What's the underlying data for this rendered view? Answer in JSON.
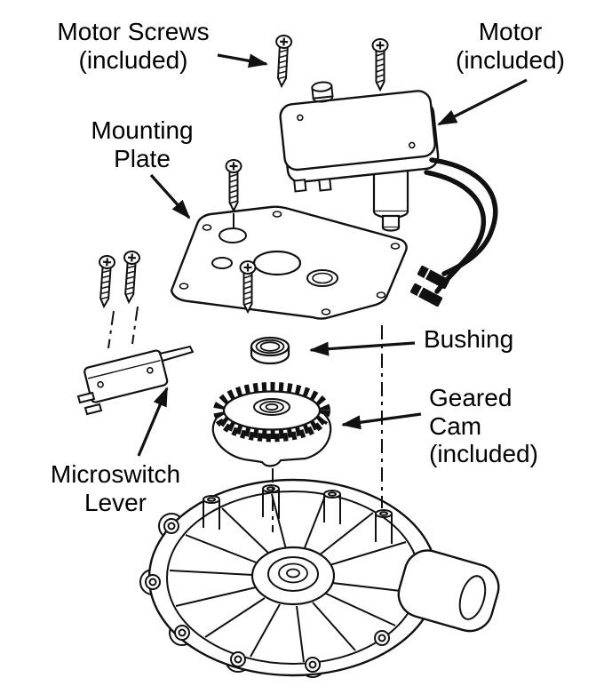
{
  "diagram": {
    "type": "exploded-assembly-diagram",
    "colors": {
      "ink": "#111111",
      "background": "#ffffff"
    },
    "labels": {
      "motor_screws": "Motor Screws\n(included)",
      "motor": "Motor\n(included)",
      "mounting_plate": "Mounting\nPlate",
      "bushing": "Bushing",
      "geared_cam": "Geared\nCam\n(included)",
      "microswitch_lever": "Microswitch\nLever"
    }
  }
}
